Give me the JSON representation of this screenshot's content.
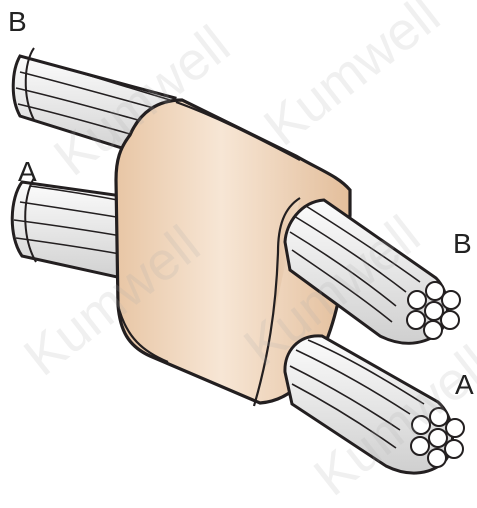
{
  "labels": {
    "top_left": "B",
    "mid_left": "A",
    "right_upper": "B",
    "right_lower": "A"
  },
  "watermark": "Kumwell",
  "colors": {
    "sleeve_face": "#f1d9c0",
    "sleeve_side": "#e9cbb0",
    "sleeve_shadow": "#d9b594",
    "outline": "#231f20",
    "strand_light": "#fbfbfb",
    "strand_dark": "#c7c7c7"
  }
}
